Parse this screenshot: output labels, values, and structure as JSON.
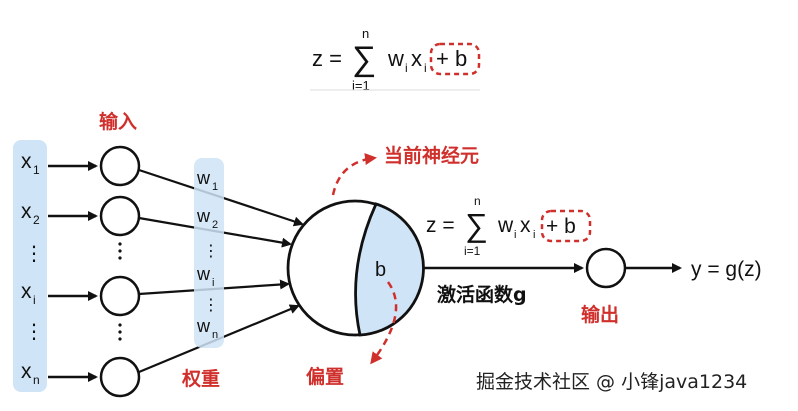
{
  "colors": {
    "accent_red": "#d0302c",
    "input_fill": "#cfe4f7",
    "bias_fill": "#cfe4f7",
    "stroke": "#111111"
  },
  "formula": {
    "z": "z =",
    "sum_top": "n",
    "sum_bottom": "i=1",
    "sigma": "∑",
    "w": "w",
    "w_sub": "i",
    "x": "x",
    "x_sub": "i",
    "bias_term": "+ b"
  },
  "inputs": {
    "title": "输入",
    "items": [
      {
        "var": "x",
        "sub": "1"
      },
      {
        "var": "x",
        "sub": "2"
      },
      {
        "var": "⋮",
        "sub": ""
      },
      {
        "var": "x",
        "sub": "i"
      },
      {
        "var": "⋮",
        "sub": ""
      },
      {
        "var": "x",
        "sub": "n"
      }
    ]
  },
  "weights": {
    "title": "权重",
    "items": [
      {
        "var": "w",
        "sub": "1"
      },
      {
        "var": "w",
        "sub": "2"
      },
      {
        "var": "⋮",
        "sub": ""
      },
      {
        "var": "w",
        "sub": "i"
      },
      {
        "var": "⋮",
        "sub": ""
      },
      {
        "var": "w",
        "sub": "n"
      }
    ]
  },
  "neuron": {
    "label": "当前神经元",
    "bias_symbol": "b",
    "bias_label": "偏置"
  },
  "activation": {
    "label": "激活函数g",
    "output_label": "输出",
    "output_formula": "y = g(z)"
  },
  "watermark": "掘金技术社区 @ 小锋java1234"
}
